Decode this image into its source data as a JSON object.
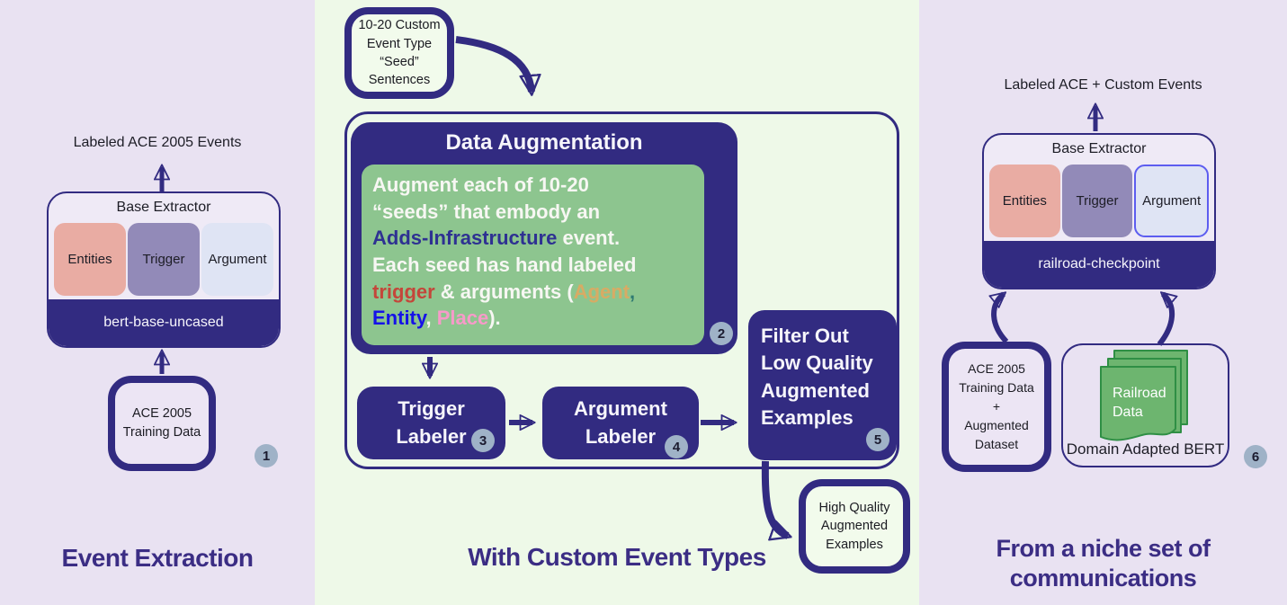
{
  "colors": {
    "navy": "#322b81",
    "title_purple": "#3b2d84",
    "panel_lavender": "#e9e2f2",
    "panel_green": "#eef9e8",
    "augment_green": "#8dc58f",
    "entities_salmon": "#e9aca3",
    "trigger_purple": "#928ab8",
    "argument_lavender": "#dfe4f4",
    "argument_border_blue": "#5d5df0",
    "badge_bg": "#9fb2c7",
    "doc_green": "#6db56f",
    "doc_green_border": "#2f8f45"
  },
  "left_panel": {
    "title": "Event Extraction",
    "output_label": "Labeled ACE 2005 Events",
    "extractor": {
      "title": "Base Extractor",
      "components": [
        "Entities",
        "Trigger",
        "Argument"
      ],
      "base_model": "bert-base-uncased"
    },
    "input_box": "ACE 2005\nTraining Data",
    "badge": "1"
  },
  "middle_panel": {
    "title": "With Custom Event Types",
    "seed_box": "10-20 Custom\nEvent Type\n“Seed”\nSentences",
    "data_augmentation": {
      "title": "Data Augmentation",
      "badge": "2",
      "description_segments": [
        {
          "text": "Augment each of 10-20\n“seeds” that embody an\n",
          "color": "#f7f7f3"
        },
        {
          "text": "Adds-Infrastructure",
          "color": "#2e3192"
        },
        {
          "text": " event.\nEach seed has hand labeled\n",
          "color": "#f7f7f3"
        },
        {
          "text": "trigger",
          "color": "#c4463a"
        },
        {
          "text": " & arguments (",
          "color": "#f7f7f3"
        },
        {
          "text": "Agent",
          "color": "#d8ab64"
        },
        {
          "text": ",",
          "color": "#2f7a72"
        },
        {
          "text": "\n",
          "color": "#f7f7f3"
        },
        {
          "text": "Entity",
          "color": "#1512e8"
        },
        {
          "text": ", ",
          "color": "#f7f7f3"
        },
        {
          "text": "Place",
          "color": "#f79ac9"
        },
        {
          "text": ").",
          "color": "#f7f7f3"
        }
      ]
    },
    "trigger_labeler": {
      "label": "Trigger\nLabeler",
      "badge": "3"
    },
    "argument_labeler": {
      "label": "Argument\nLabeler",
      "badge": "4"
    },
    "filter_box": {
      "label": "Filter Out\nLow Quality\nAugmented\nExamples",
      "badge": "5"
    },
    "output_box": "High Quality\nAugmented\nExamples"
  },
  "right_panel": {
    "title": "From a niche set of\ncommunications",
    "output_label": "Labeled ACE + Custom Events",
    "extractor": {
      "title": "Base Extractor",
      "components": [
        "Entities",
        "Trigger",
        "Argument"
      ],
      "base_model": "railroad-checkpoint"
    },
    "training_box": "ACE 2005\nTraining Data\n+\nAugmented\nDataset",
    "bert_box": {
      "label": "Domain Adapted BERT",
      "doc_label": "Railroad\nData",
      "badge": "6"
    }
  }
}
